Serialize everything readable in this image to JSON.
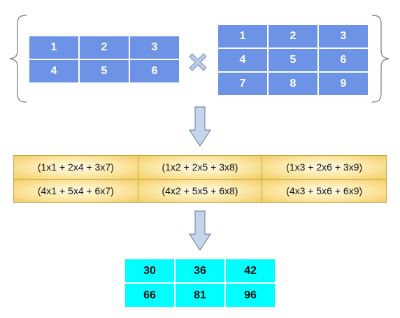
{
  "matrix_a": {
    "rows": [
      [
        "1",
        "2",
        "3"
      ],
      [
        "4",
        "5",
        "6"
      ]
    ]
  },
  "matrix_b": {
    "rows": [
      [
        "1",
        "2",
        "3"
      ],
      [
        "4",
        "5",
        "6"
      ],
      [
        "7",
        "8",
        "9"
      ]
    ]
  },
  "expanded": {
    "rows": [
      [
        "(1x1 + 2x4 + 3x7)",
        "(1x2 + 2x5 + 3x8)",
        "(1x3 + 2x6 + 3x9)"
      ],
      [
        "(4x1 + 5x4 + 6x7)",
        "(4x2 + 5x5 + 6x8)",
        "(4x3 + 5x6 + 6x9)"
      ]
    ]
  },
  "result": {
    "rows": [
      [
        "30",
        "36",
        "42"
      ],
      [
        "66",
        "81",
        "96"
      ]
    ]
  },
  "colors": {
    "input_cell": "#6d93e6",
    "expanded_cell": "#fbe6a3",
    "result_cell": "#00ffff",
    "arrow_fill": "#c5d5ec",
    "arrow_stroke": "#7a8ea8",
    "multiply_icon": "#b7cbe6"
  },
  "icons": {
    "operator": "multiply-icon",
    "flow": "down-arrow-icon",
    "grouping": "curly-brace-icon"
  }
}
